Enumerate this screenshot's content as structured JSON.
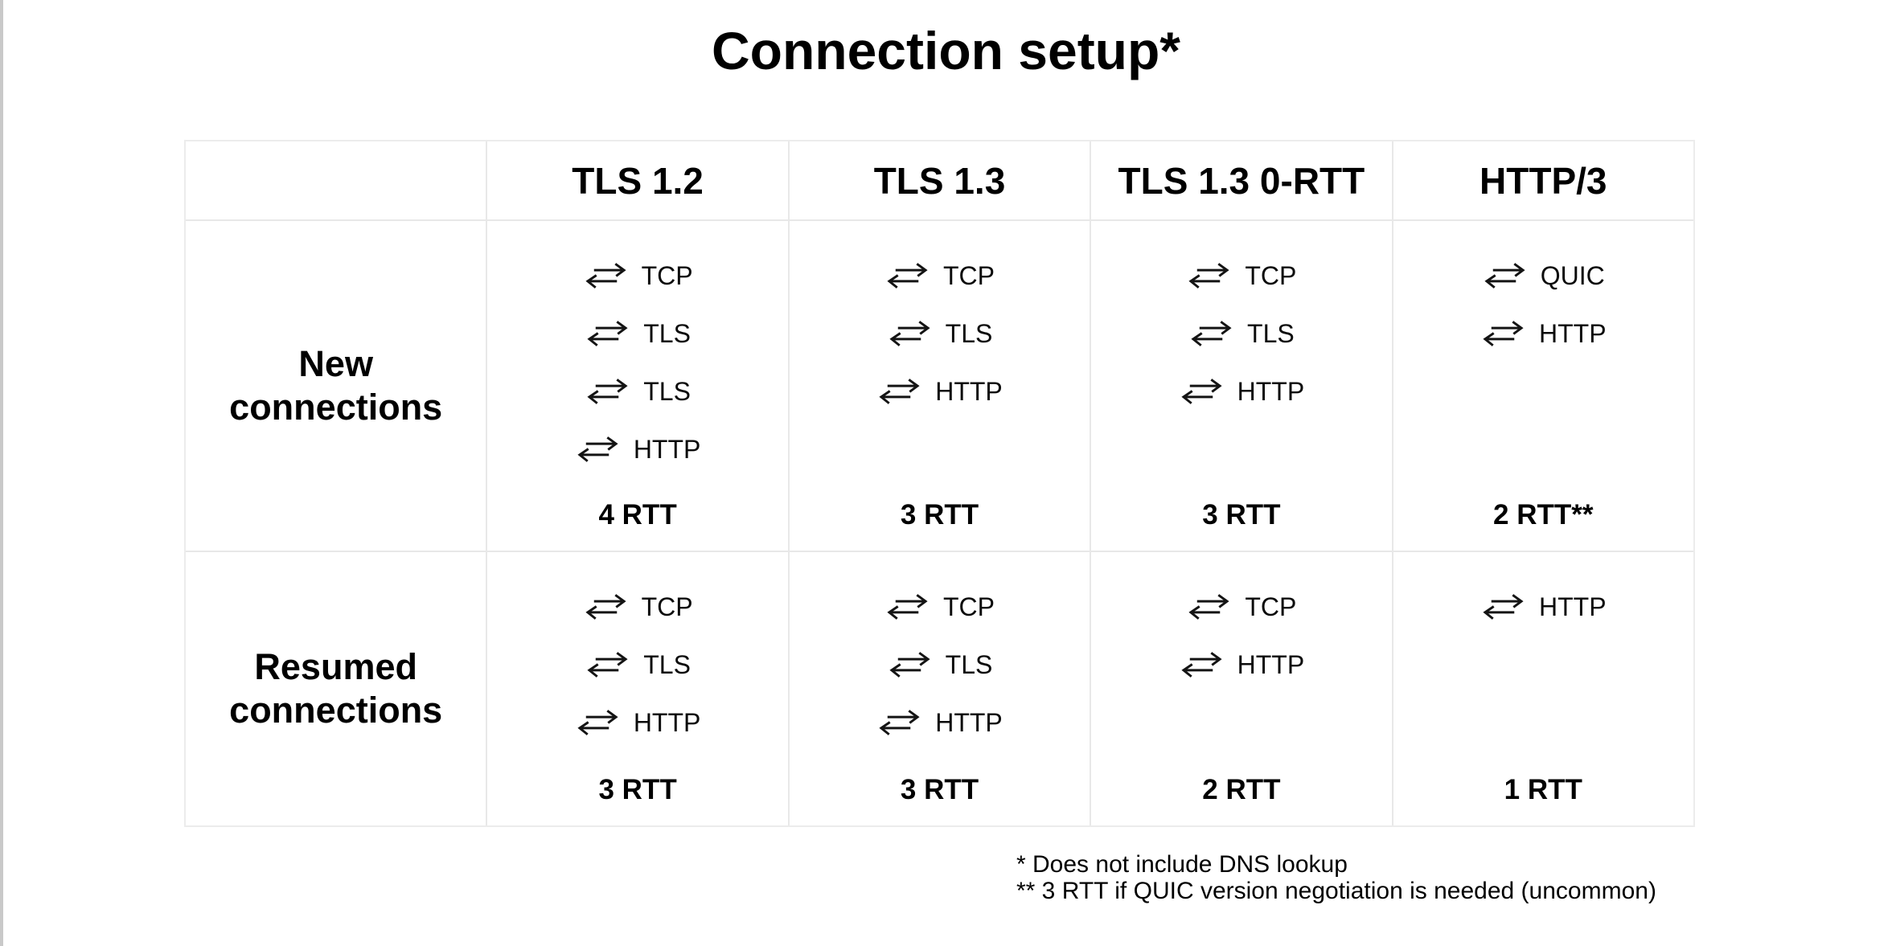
{
  "title": "Connection setup*",
  "table": {
    "columns": [
      "TLS 1.2",
      "TLS 1.3",
      "TLS 1.3 0-RTT",
      "HTTP/3"
    ],
    "rows": [
      {
        "label": "New connections",
        "cells": [
          {
            "steps": [
              "TCP",
              "TLS",
              "TLS",
              "HTTP"
            ],
            "rtt": "4 RTT"
          },
          {
            "steps": [
              "TCP",
              "TLS",
              "HTTP"
            ],
            "rtt": "3 RTT"
          },
          {
            "steps": [
              "TCP",
              "TLS",
              "HTTP"
            ],
            "rtt": "3 RTT"
          },
          {
            "steps": [
              "QUIC",
              "HTTP"
            ],
            "rtt": "2 RTT**"
          }
        ]
      },
      {
        "label": "Resumed connections",
        "cells": [
          {
            "steps": [
              "TCP",
              "TLS",
              "HTTP"
            ],
            "rtt": "3 RTT"
          },
          {
            "steps": [
              "TCP",
              "TLS",
              "HTTP"
            ],
            "rtt": "3 RTT"
          },
          {
            "steps": [
              "TCP",
              "HTTP"
            ],
            "rtt": "2 RTT"
          },
          {
            "steps": [
              "HTTP"
            ],
            "rtt": "1 RTT"
          }
        ]
      }
    ]
  },
  "footnotes": [
    "* Does not include DNS lookup",
    "** 3 RTT if QUIC version negotiation is needed (uncommon)"
  ],
  "icon": {
    "name": "round-trip-arrows-icon",
    "glyph": "⇄"
  },
  "colors": {
    "background": "#ffffff",
    "text": "#000000",
    "table_border": "#e8e8e8",
    "page_edge": "#c9c9c9"
  }
}
